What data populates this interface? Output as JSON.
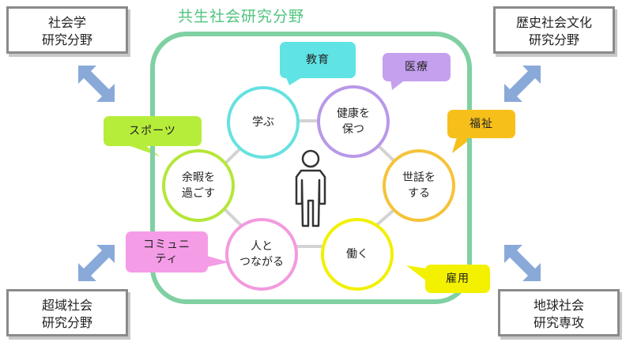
{
  "title": "共生社会研究分野",
  "center_icon": "person-icon",
  "corners": {
    "top_left": [
      "社会学",
      "研究分野"
    ],
    "top_right": [
      "歴史社会文化",
      "研究分野"
    ],
    "bottom_left": [
      "超域社会",
      "研究分野"
    ],
    "bottom_right": [
      "地球社会",
      "研究専攻"
    ]
  },
  "activities": [
    {
      "lines": [
        "学ぶ"
      ],
      "color": "#66e1e1"
    },
    {
      "lines": [
        "健康を",
        "保つ"
      ],
      "color": "#b998e8"
    },
    {
      "lines": [
        "世話を",
        "する"
      ],
      "color": "#f5c33a"
    },
    {
      "lines": [
        "働く"
      ],
      "color": "#f2f000"
    },
    {
      "lines": [
        "人と",
        "つながる"
      ],
      "color": "#f29adf"
    },
    {
      "lines": [
        "余暇を",
        "過ごす"
      ],
      "color": "#b5e639"
    }
  ],
  "tags": [
    {
      "lines": [
        "教育"
      ],
      "color": "#5fe3e5"
    },
    {
      "lines": [
        "医療"
      ],
      "color": "#c4a0ef"
    },
    {
      "lines": [
        "福祉"
      ],
      "color": "#f7bf1a"
    },
    {
      "lines": [
        "雇用"
      ],
      "color": "#f3f100"
    },
    {
      "lines": [
        "コミュニ",
        "ティ"
      ],
      "color": "#f59ce6"
    },
    {
      "lines": [
        "スポーツ"
      ],
      "color": "#b6ed3b"
    }
  ]
}
